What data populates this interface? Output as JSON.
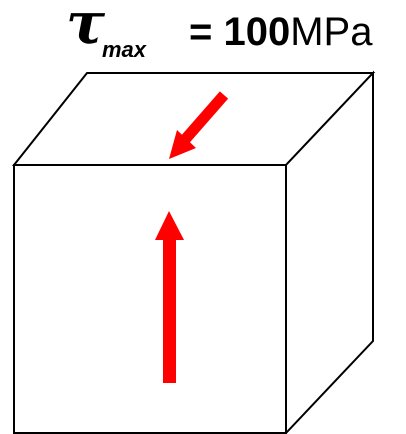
{
  "formula": {
    "symbol": "τ",
    "subscript": "max",
    "equals": "=",
    "value": "100",
    "unit": "MPa"
  },
  "colors": {
    "arrow": "#ff0000",
    "outline": "#000000"
  }
}
